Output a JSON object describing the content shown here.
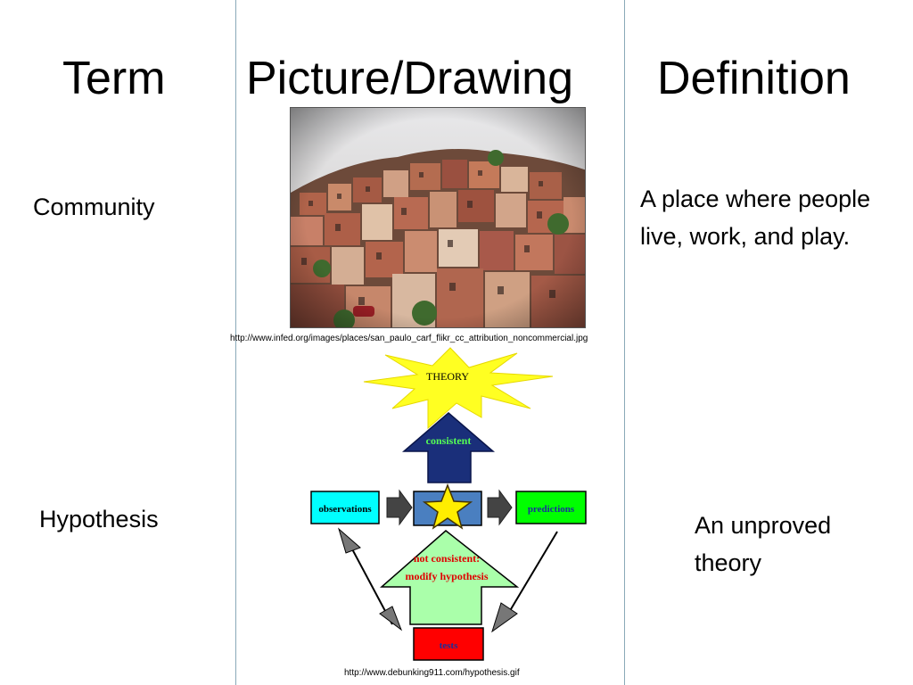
{
  "headers": {
    "term": "Term",
    "picture": "Picture/Drawing",
    "definition": "Definition"
  },
  "rows": [
    {
      "term": "Community",
      "definition": "A place where people live, work, and play.",
      "credit": "http://www.infed.org/images/places/san_paulo_carf_flikr_cc_attribution_noncommercial.jpg"
    },
    {
      "term": "Hypothesis",
      "definition": "An unproved theory",
      "credit": "http://www.debunking911.com/hypothesis.gif"
    }
  ],
  "diagram": {
    "theory": "THEORY",
    "consistent": "consistent",
    "observations": "observations",
    "predictions": "predictions",
    "not_consistent_1": "not consistent:",
    "not_consistent_2": "modify hypothesis",
    "tests": "tests"
  },
  "colors": {
    "divider": "#8aa9b8",
    "theory_burst": "#ffff22",
    "consistent_arrow": "#1a2f7a",
    "observations_box": "#00ffff",
    "predictions_box": "#00ff00",
    "modify_arrow": "#aaffaa",
    "tests_box": "#ff0000",
    "center_box": "#4a7fc0",
    "star": "#ffee00"
  }
}
